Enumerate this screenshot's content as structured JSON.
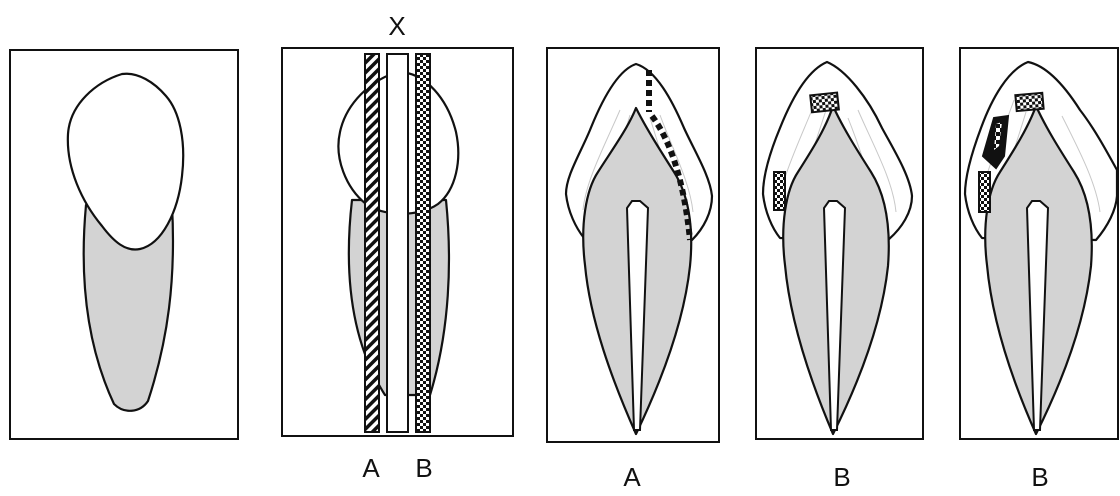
{
  "figure": {
    "panel2_top_label": "X",
    "panel2_strip_labels": [
      "A",
      "B"
    ],
    "panel3_label": "A",
    "panel4_label": "B",
    "panel5_label": "B"
  },
  "colors": {
    "dentin": "#d3d3d3",
    "enamel": "#ffffff",
    "outline": "#111111"
  }
}
